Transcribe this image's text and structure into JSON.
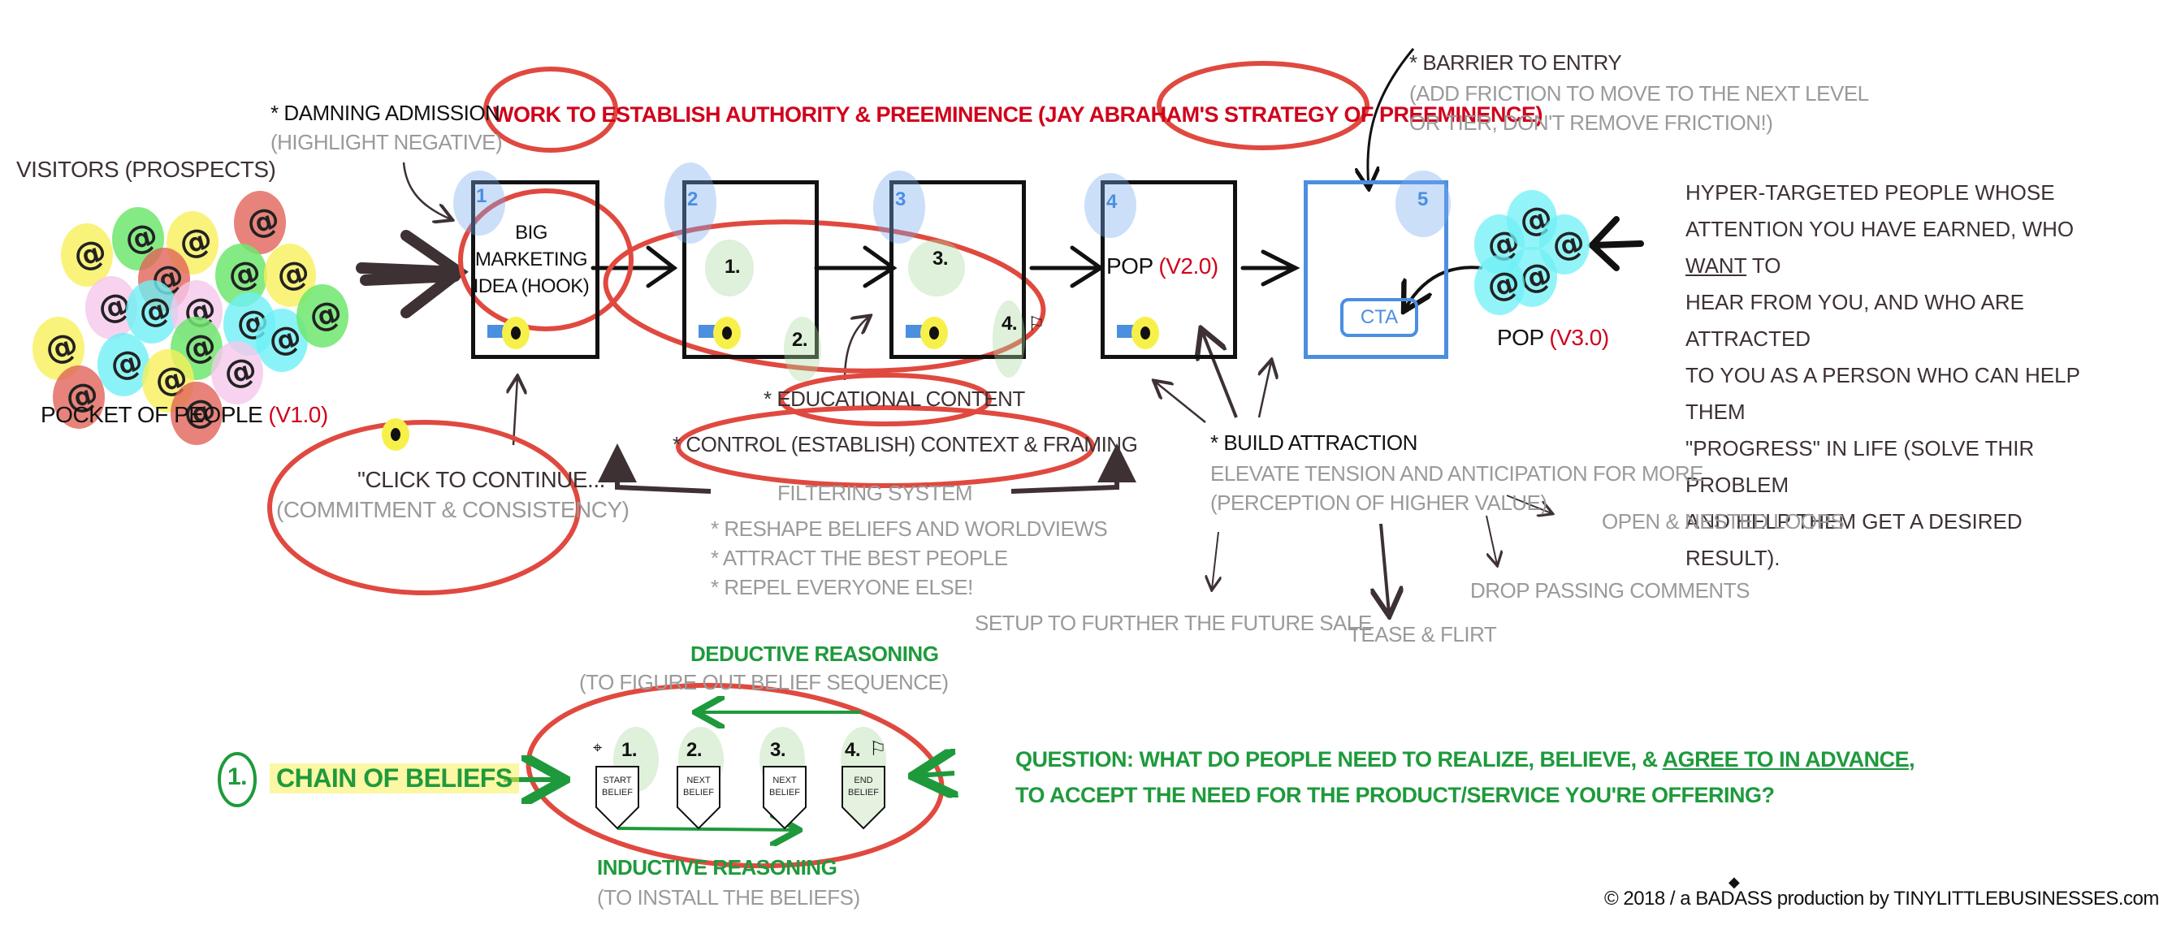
{
  "title_banner": "WORK TO ESTABLISH AUTHORITY & PREEMINENCE (JAY ABRAHAM'S STRATEGY OF PREEMINENCE)",
  "visitors": {
    "label": "VISITORS (PROSPECTS)",
    "pocket_label": "POCKET OF PEOPLE",
    "pocket_version": "(V1.0)",
    "symbol": "@"
  },
  "damning_admission": {
    "title": "* DAMNING ADMISSION",
    "subtitle": "(HIGHLIGHT NEGATIVE)"
  },
  "pages": [
    {
      "number": "1",
      "content": [
        "BIG",
        "MARKETING",
        "IDEA (HOOK)"
      ]
    },
    {
      "number": "2",
      "beliefs": [
        "1.",
        "2."
      ]
    },
    {
      "number": "3",
      "beliefs": [
        "3.",
        "4."
      ]
    },
    {
      "number": "4",
      "content_label": "PoP",
      "content_version": "(V2.0)"
    },
    {
      "number": "5",
      "cta_label": "CTA"
    }
  ],
  "barrier": {
    "title": "* BARRIER TO ENTRY",
    "subtitle_line1": "(ADD FRICTION TO MOVE TO THE NEXT LEVEL",
    "subtitle_line2": "OR TIER, DON'T REMOVE FRICTION!)"
  },
  "pop_v3": {
    "label": "PoP",
    "version": "(V3.0)",
    "description": [
      "HYPER-TARGETED PEOPLE WHOSE",
      "ATTENTION YOU HAVE EARNED, WHO WANT TO",
      "HEAR FROM YOU, AND WHO ARE ATTRACTED",
      "TO YOU AS A PERSON WHO CAN HELP THEM",
      "\"PROGRESS\" IN LIFE (SOLVE THIR PROBLEM",
      "AND HELP THEM GET A DESIRED RESULT)."
    ]
  },
  "click_to_continue": {
    "title": "\"CLICK TO CONTINUE...\"",
    "subtitle": "(COMMITMENT & CONSISTENCY)"
  },
  "educational": {
    "title": "* EDUCATIONAL CONTENT",
    "context": "* CONTROL (ESTABLISH) CONTEXT & FRAMING",
    "filtering": "FILTERING SYSTEM",
    "bullets": [
      "* RESHAPE BELIEFS AND WORLDVIEWS",
      "* ATTRACT THE BEST PEOPLE",
      "* REPEL EVERYONE ELSE!"
    ]
  },
  "attraction": {
    "title": "* BUILD ATTRACTION",
    "line1": "ELEVATE TENSION AND ANTICIPATION FOR MORE",
    "line2": "(PERCEPTION OF HIGHER VALUE)",
    "branches": [
      "OPEN & NESTED LOOPS",
      "DROP PASSING COMMENTS",
      "TEASE & FLIRT",
      "SETUP TO FURTHER THE FUTURE SALE"
    ]
  },
  "chain": {
    "number": "1.",
    "title": "CHAIN OF BELIEFS",
    "deductive_title": "DEDUCTIVE REASONING",
    "deductive_sub": "(TO FIGURE OUT BELIEF SEQUENCE)",
    "inductive_title": "INDUCTIVE REASONING",
    "inductive_sub": "(TO INSTALL THE BELIEFS)",
    "beliefs": [
      {
        "num": "1.",
        "line1": "START",
        "line2": "BELIEF"
      },
      {
        "num": "2.",
        "line1": "NEXT",
        "line2": "BELIEF"
      },
      {
        "num": "3.",
        "line1": "NEXT",
        "line2": "BELIEF"
      },
      {
        "num": "4.",
        "line1": "END",
        "line2": "BELIEF"
      }
    ],
    "question_line1_prefix": "QUESTION: WHAT DO PEOPLE NEED TO REALIZE, BELIEVE, & ",
    "question_line1_underlined": "AGREE TO IN ADVANCE",
    "question_line1_suffix": ",",
    "question_line2": "TO ACCEPT THE NEED FOR THE PRODUCT/SERVICE YOU'RE OFFERING?"
  },
  "footer": "© 2018 / a BADASS production by TINYLITTLEBUSINESSES.com",
  "colors": {
    "red": "#d0021b",
    "circle_red": "#e0493f",
    "green": "#1e9a3c",
    "blue": "#4a8fe0",
    "grey": "#9a9a9a",
    "dark": "#3d3133"
  }
}
